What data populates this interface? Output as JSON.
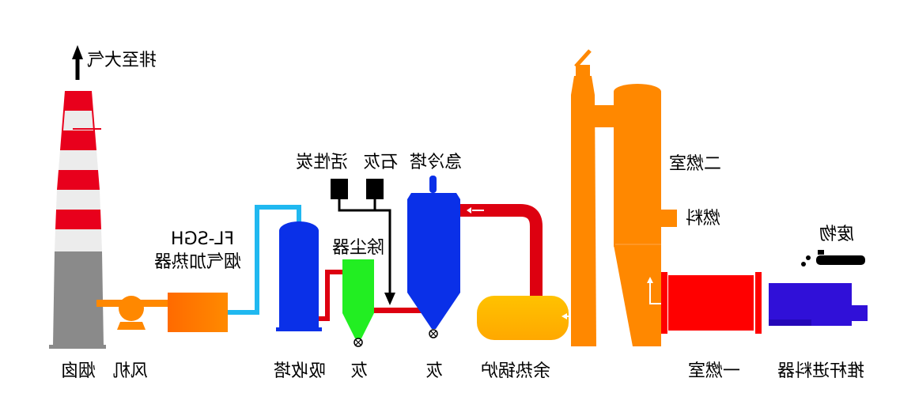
{
  "colors": {
    "chimney_red": "#e8001c",
    "chimney_white": "#ececec",
    "chimney_gray": "#8a8a8a",
    "fan_orange": "#ff8800",
    "duct_blue": "#20b8f0",
    "duct_red": "#dd0010",
    "absorber_blue": "#0a30e8",
    "dust_green": "#22ee22",
    "quench_blue": "#0a30e8",
    "boiler_yellow": "#ffb800",
    "secondary_orange": "#ff8800",
    "primary_red": "#ff0000",
    "feeder_purple": "#3010d8"
  },
  "labels": {
    "exhaust": "排至大气",
    "chimney": "烟囱",
    "fan": "风机",
    "heater_model": "FL-SGH",
    "heater": "烟气加热器",
    "activated_carbon": "活性炭",
    "lime": "石灰",
    "quench_tower": "急冷塔",
    "dust_collector": "除尘器",
    "absorber": "吸收塔",
    "ash_1": "灰",
    "ash_2": "灰",
    "boiler": "余热锅炉",
    "secondary_chamber": "二燃室",
    "fuel": "燃料",
    "waste": "废物",
    "primary_chamber": "一燃室",
    "feeder": "推杆进料器"
  }
}
